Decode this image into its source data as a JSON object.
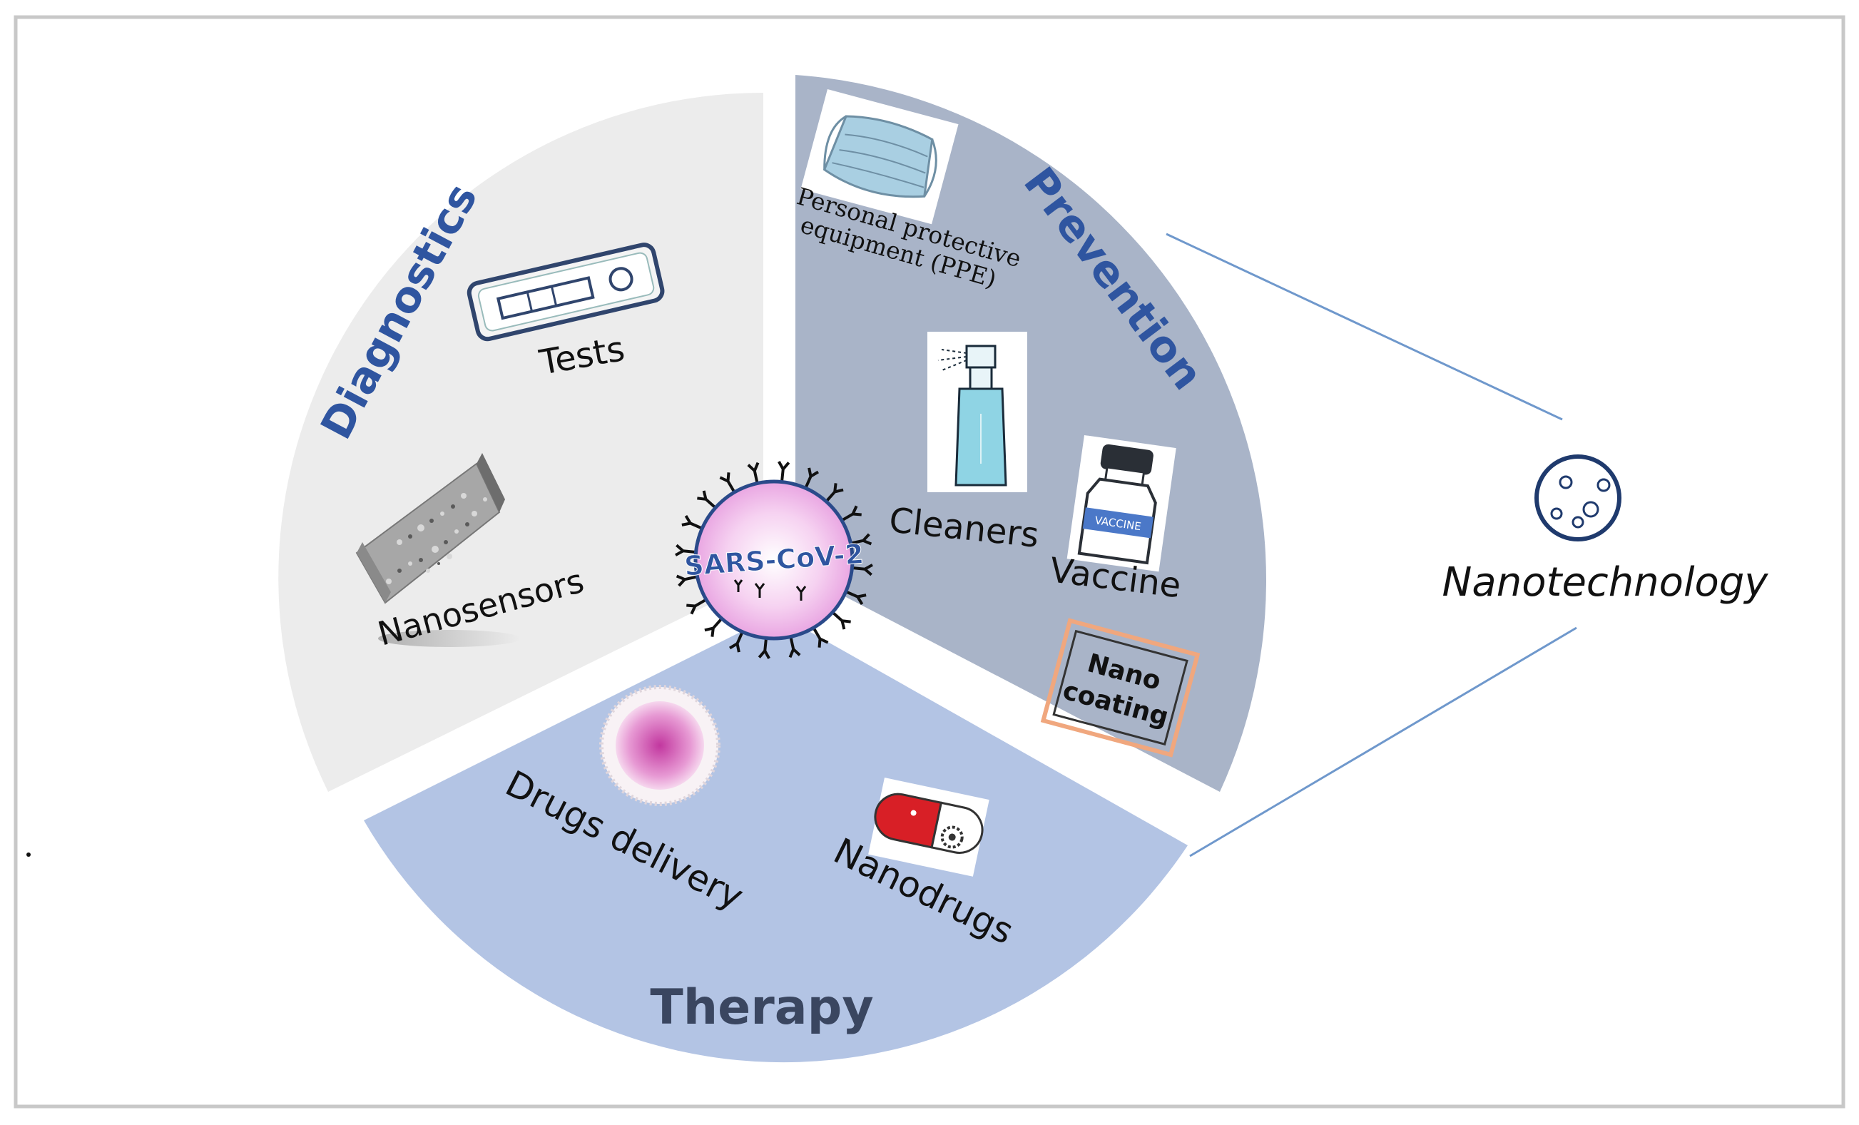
{
  "center": {
    "label": "SARS-CoV-2"
  },
  "sectors": {
    "diagnostics": {
      "title": "Diagnostics",
      "items": {
        "tests": "Tests",
        "nanosensors": "Nanosensors"
      }
    },
    "prevention": {
      "title": "Prevention",
      "items": {
        "ppe_line1": "Personal protective",
        "ppe_line2": "equipment (PPE)",
        "cleaners": "Cleaners",
        "vaccine": "Vaccine",
        "vaccine_bottle_label": "VACCINE",
        "nano_coating_line1": "Nano",
        "nano_coating_line2": "coating"
      }
    },
    "therapy": {
      "title": "Therapy",
      "items": {
        "drugs_delivery": "Drugs delivery",
        "nanodrugs": "Nanodrugs"
      }
    }
  },
  "nanotechnology": {
    "label": "Nanotechnology"
  },
  "colors": {
    "diagnostics": "#ececec",
    "prevention": "#a9b4c8",
    "therapy": "#b3c4e4",
    "title_blue": "#2f55a0",
    "therapy_title": "#3a4660",
    "virus_fill": "#f4c6ef",
    "virus_stroke": "#2a4a8a",
    "line": "#6f98cc",
    "border": "#c8c8c8",
    "nano_box": "#f0a77e"
  }
}
